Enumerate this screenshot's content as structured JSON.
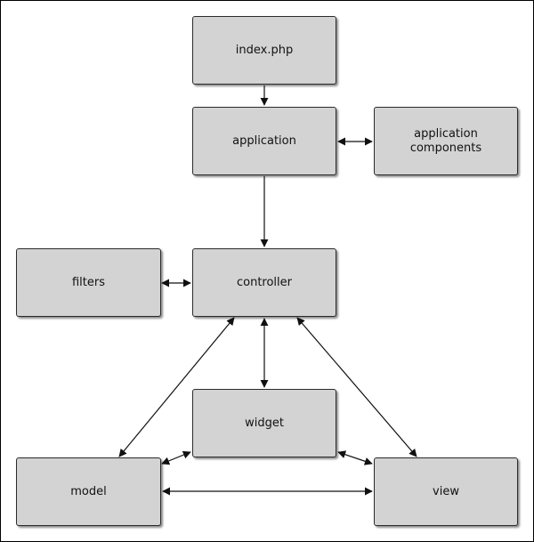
{
  "nodes": {
    "index": "index.php",
    "application": "application",
    "application_components": "application\ncomponents",
    "filters": "filters",
    "controller": "controller",
    "widget": "widget",
    "model": "model",
    "view": "view"
  },
  "edges": [
    {
      "from": "index",
      "to": "application",
      "direction": "forward"
    },
    {
      "from": "application",
      "to": "application_components",
      "direction": "both"
    },
    {
      "from": "application",
      "to": "controller",
      "direction": "forward"
    },
    {
      "from": "filters",
      "to": "controller",
      "direction": "both"
    },
    {
      "from": "controller",
      "to": "widget",
      "direction": "both"
    },
    {
      "from": "controller",
      "to": "model",
      "direction": "both"
    },
    {
      "from": "controller",
      "to": "view",
      "direction": "both"
    },
    {
      "from": "widget",
      "to": "model",
      "direction": "both"
    },
    {
      "from": "widget",
      "to": "view",
      "direction": "both"
    },
    {
      "from": "model",
      "to": "view",
      "direction": "both"
    }
  ],
  "colors": {
    "node_fill": "#d3d3d3",
    "node_border": "#2b2b2b",
    "arrow": "#111111"
  }
}
